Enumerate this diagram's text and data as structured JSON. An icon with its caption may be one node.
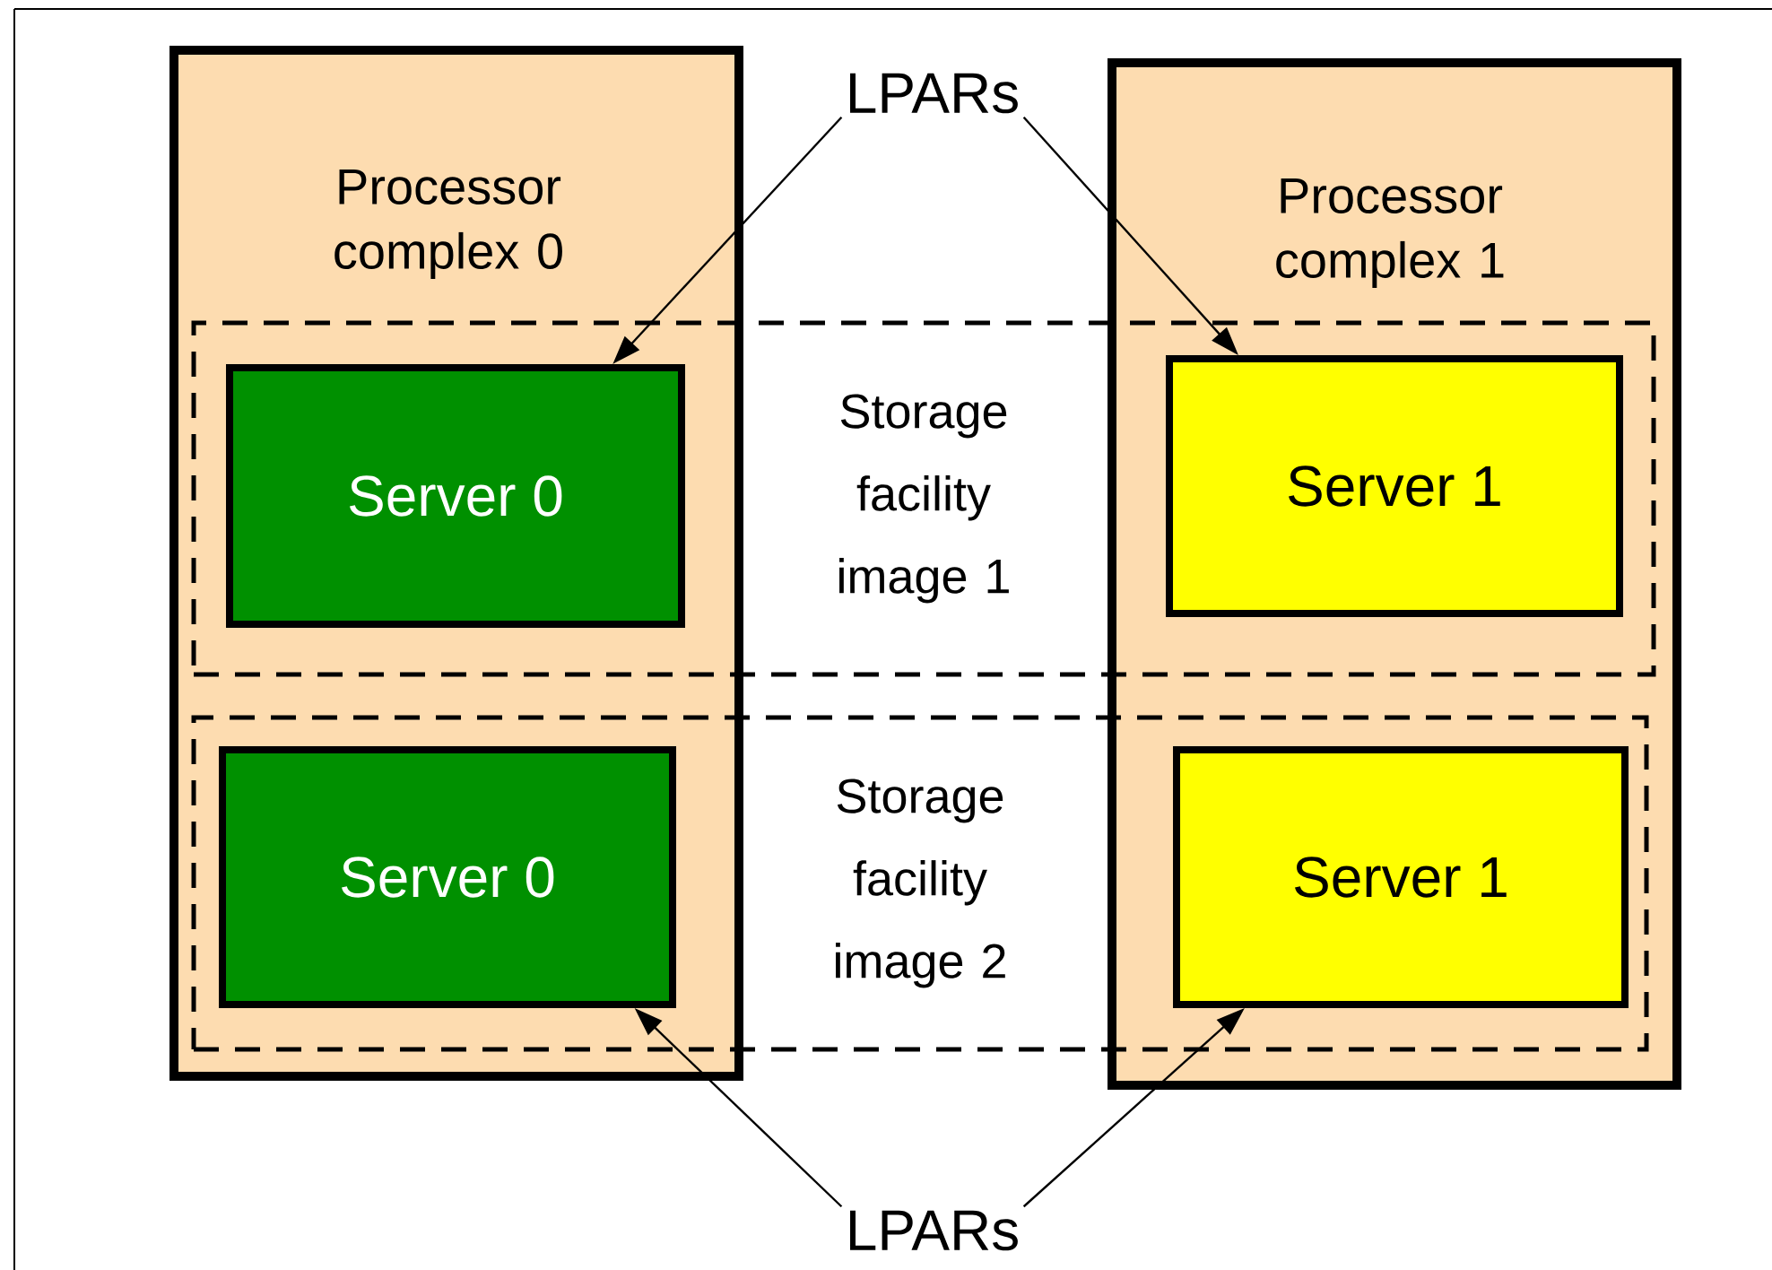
{
  "diagram": {
    "nodes": [
      {
        "text": [
          "Processor complex 0"
        ]
      },
      {
        "text": [
          "LPARs"
        ]
      },
      {
        "text": [
          "Processor complex 1"
        ]
      },
      {
        "text": [
          "Storage facility image 1"
        ]
      },
      {
        "text": [
          "Server 0"
        ]
      },
      {
        "text": [
          "Server 1"
        ]
      },
      {
        "text": [
          "Storage facility image 2"
        ]
      },
      {
        "text": [
          "Server 0"
        ]
      },
      {
        "text": [
          "Server 1"
        ]
      },
      {
        "text": [
          "LPARs"
        ]
      }
    ],
    "edges": [
      {
        "from": 1,
        "to": 4,
        "arrow": "to"
      },
      {
        "from": 1,
        "to": 5,
        "arrow": "to"
      },
      {
        "from": 9,
        "to": 7,
        "arrow": "to"
      },
      {
        "from": 9,
        "to": 8,
        "arrow": "to"
      }
    ]
  }
}
